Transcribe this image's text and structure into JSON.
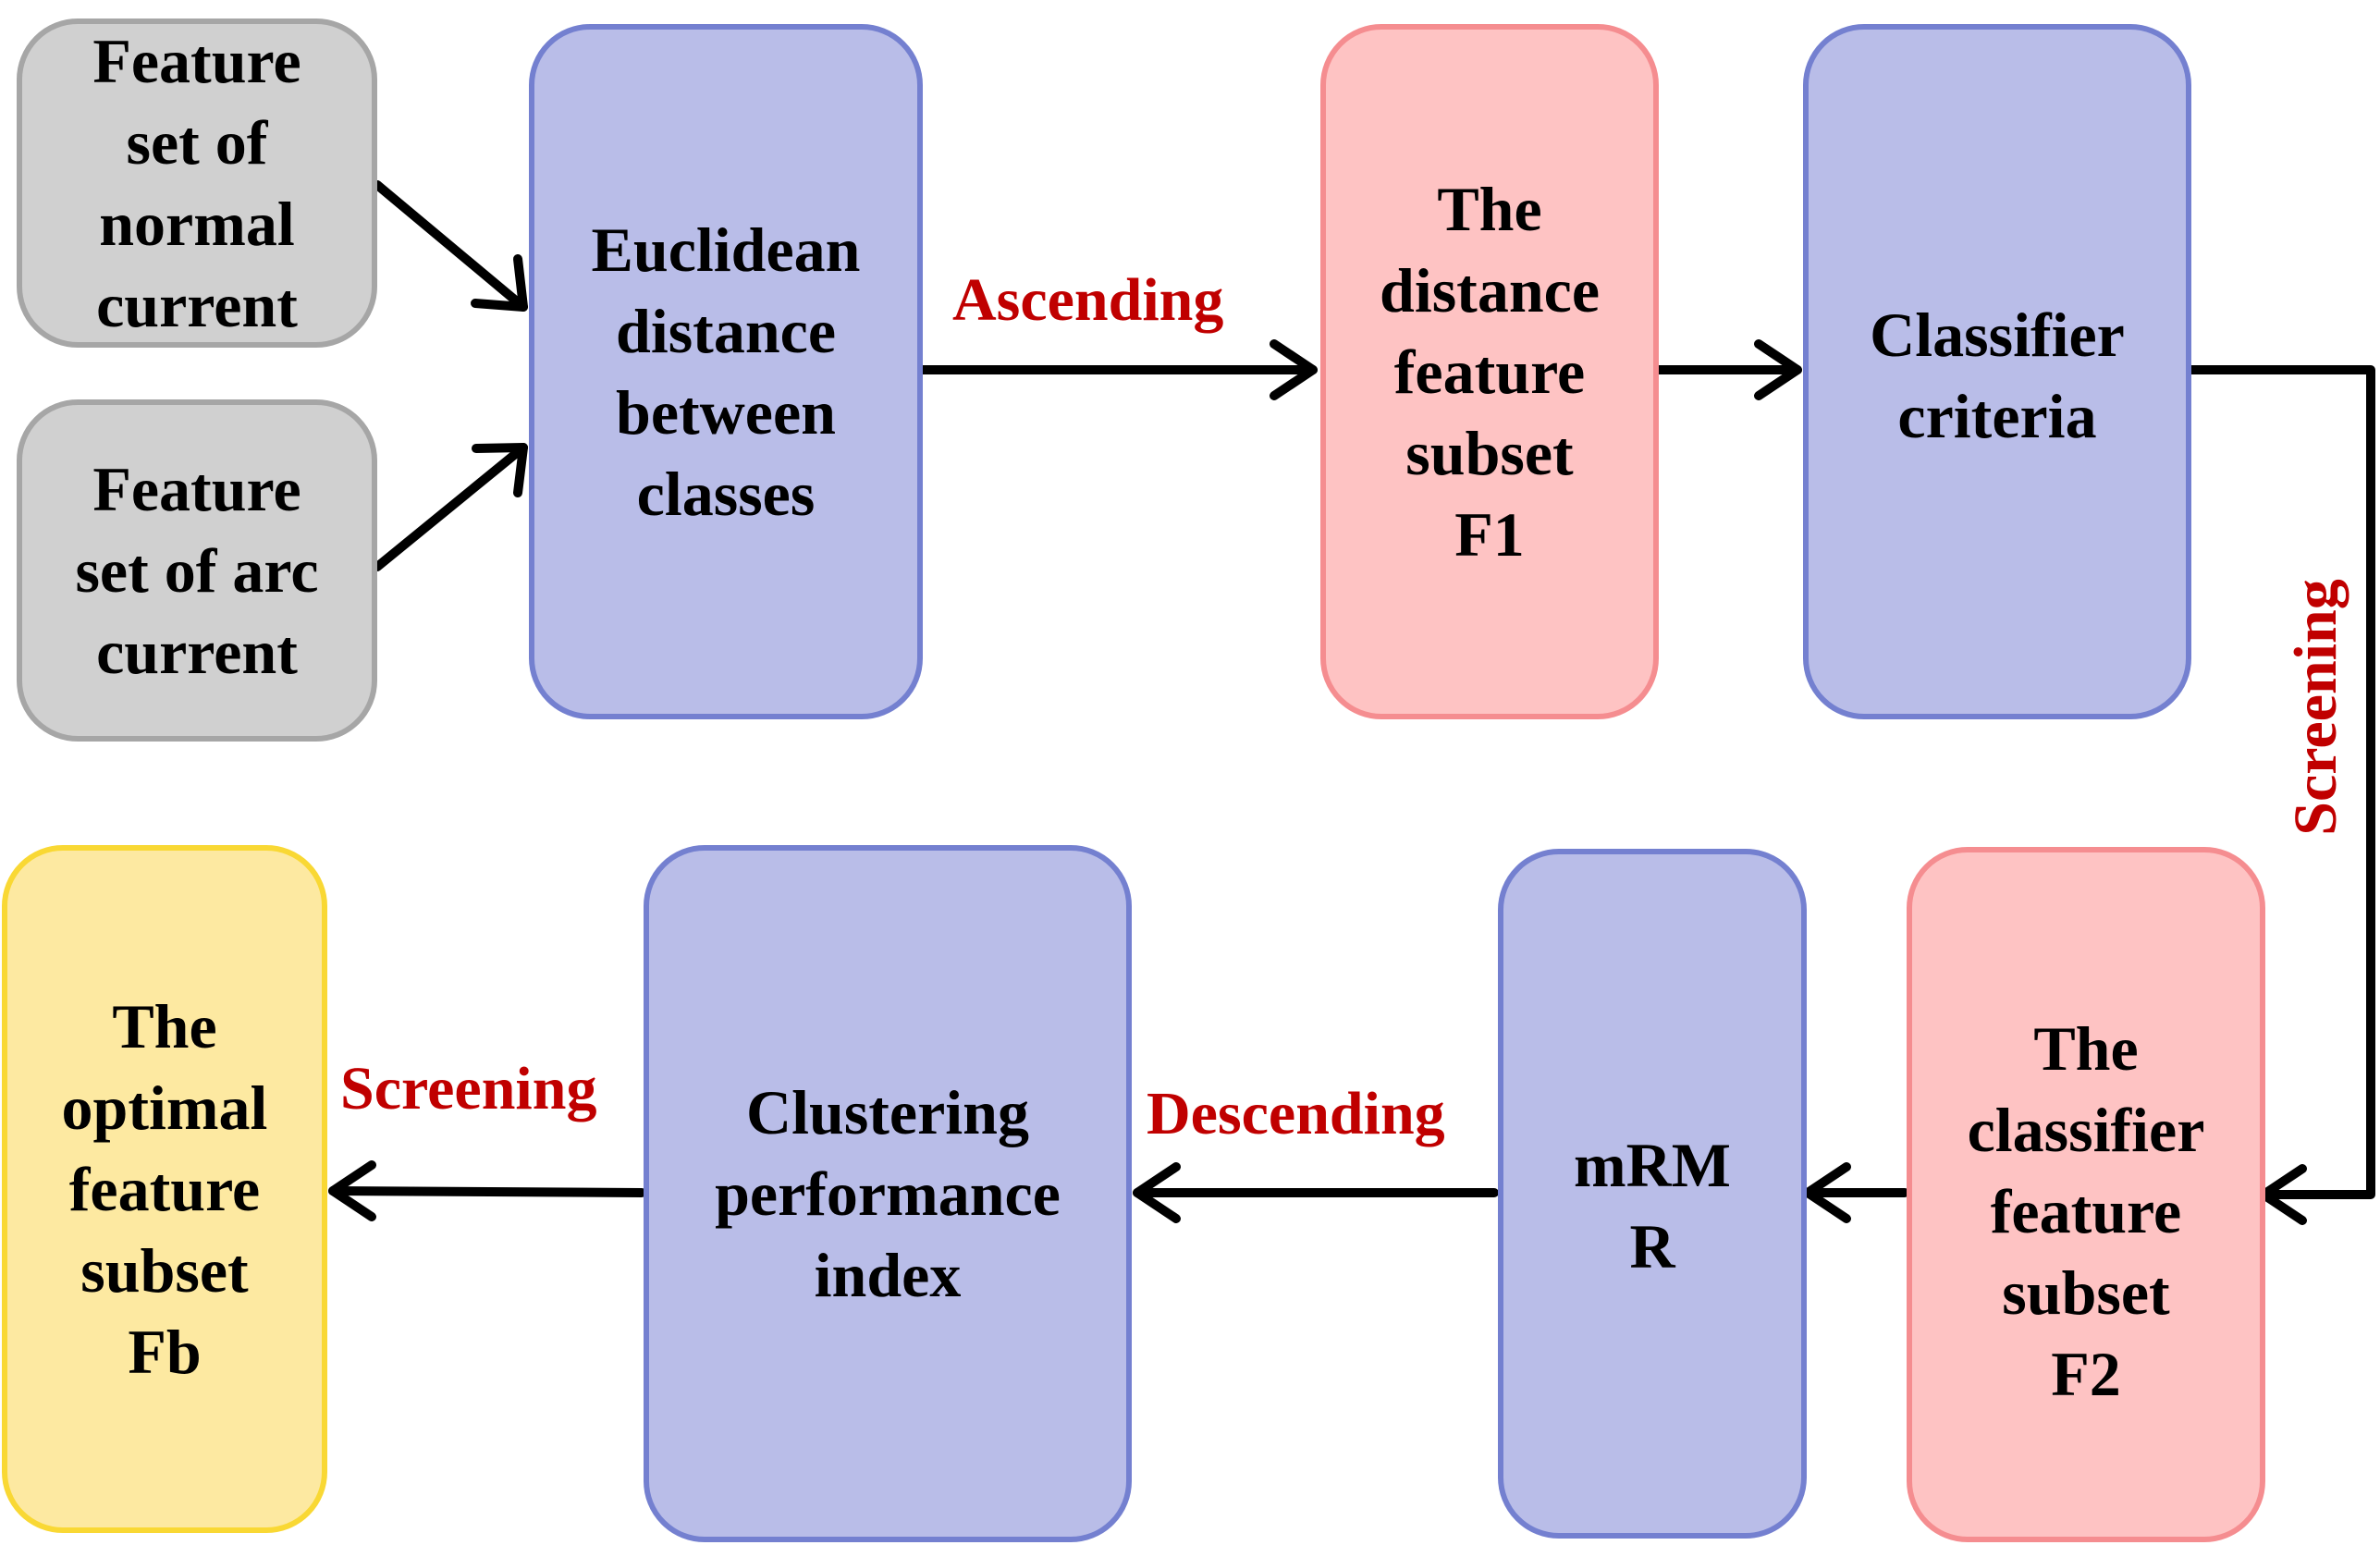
{
  "colors": {
    "gray_fill": "#d0d0d0",
    "gray_border": "#a6a6a6",
    "blue_fill": "#b9bde8",
    "blue_border": "#7480d0",
    "pink_fill": "#fec3c3",
    "pink_border": "#f58d90",
    "yellow_fill": "#fde9a1",
    "yellow_border": "#f9d834",
    "arrow": "#000000",
    "label": "#c00000"
  },
  "nodes": {
    "normal": "Feature\nset of\nnormal\ncurrent",
    "arc": "Feature\nset of arc\ncurrent",
    "euclidean": "Euclidean\ndistance\nbetween\nclasses",
    "f1": "The\ndistance\nfeature\nsubset\nF1",
    "criteria": "Classifier\ncriteria",
    "f2": "The\nclassifier\nfeature\nsubset\nF2",
    "mrmr": "mRM\nR",
    "clustering": "Clustering\nperformance\nindex",
    "fb": "The\noptimal\nfeature\nsubset\nFb"
  },
  "edge_labels": {
    "ascending": "Ascending",
    "screening_right": "Screening",
    "descending": "Descending",
    "screening_left": "Screening"
  }
}
